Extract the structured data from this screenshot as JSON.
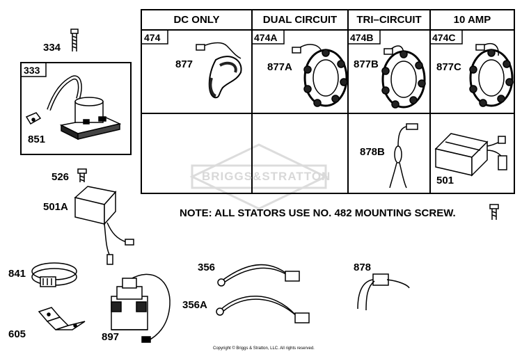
{
  "headers": {
    "dc_only": "DC ONLY",
    "dual_circuit": "DUAL CIRCUIT",
    "tri_circuit": "TRI–CIRCUIT",
    "ten_amp": "10 AMP"
  },
  "tags": {
    "t474": "474",
    "t474a": "474A",
    "t474b": "474B",
    "t474c": "474C",
    "t333": "333"
  },
  "labels": {
    "p334": "334",
    "p851": "851",
    "p526": "526",
    "p501a": "501A",
    "p841": "841",
    "p605": "605",
    "p897": "897",
    "p356": "356",
    "p356a": "356A",
    "p878": "878",
    "p877": "877",
    "p877a": "877A",
    "p877b": "877B",
    "p877c": "877C",
    "p878b": "878B",
    "p501": "501"
  },
  "note": "NOTE: ALL STATORS USE NO. 482 MOUNTING SCREW.",
  "copyright": "Copyright © Briggs & Stratton, LLC. All rights reserved.",
  "watermark": "BRIGGS&STRATTON"
}
